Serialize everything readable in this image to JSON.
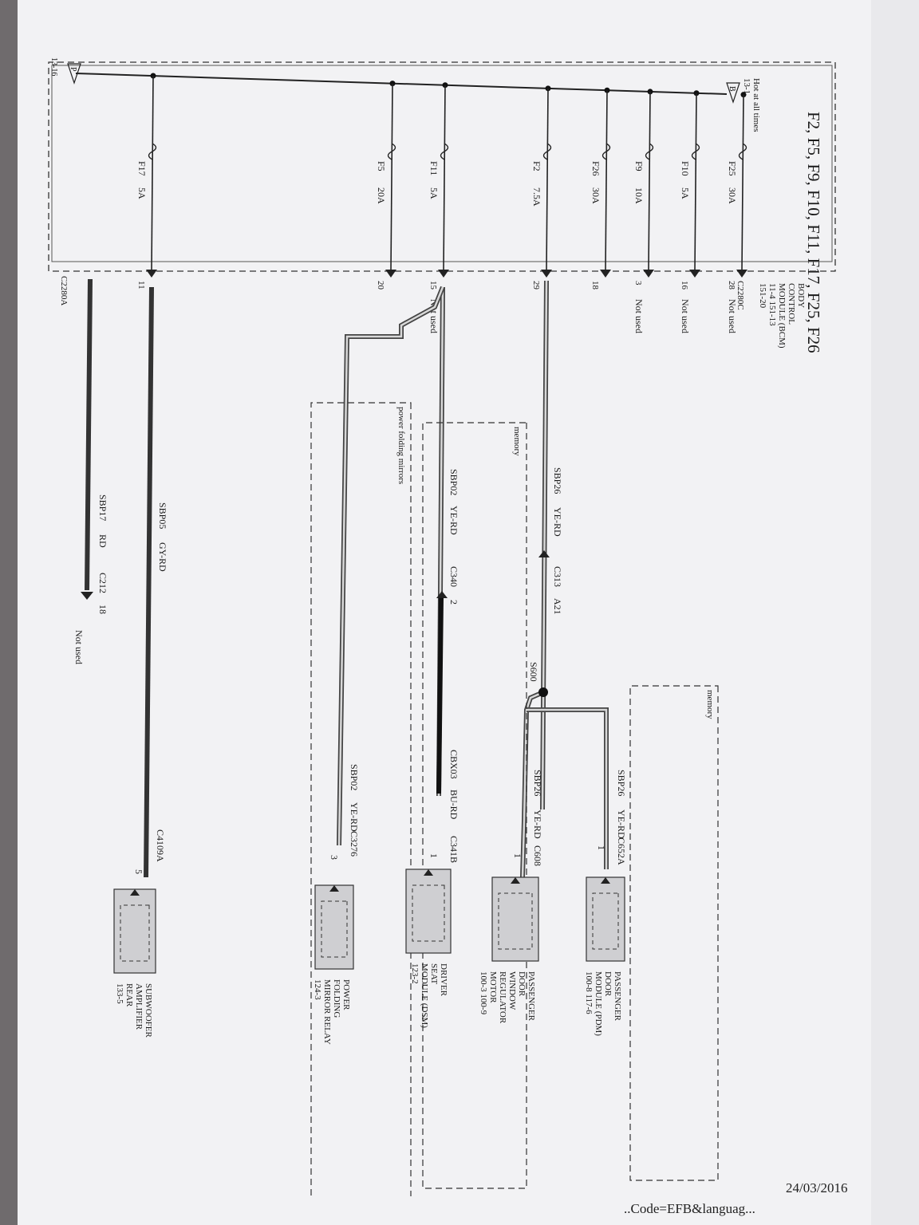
{
  "page": {
    "title": "F2, F5, F9, F10, F11, F17, F25, F26",
    "date": "24/03/2016",
    "url_fragment": "..Code=EFB&languag..."
  },
  "bcm": {
    "label": [
      "BODY",
      "CONTROL",
      "MODULE (BCM)",
      "11-4     151-13",
      "151-20"
    ],
    "connector": "C2280C",
    "connector_a": "C2280A"
  },
  "hot": {
    "label": "Hot at all times",
    "ref": "13-1",
    "tag_b": "B",
    "tag_p": "P",
    "ref_p": "13-16"
  },
  "fuses": [
    {
      "name": "F25",
      "amps": "30A",
      "pin": "28",
      "note": "Not used"
    },
    {
      "name": "F10",
      "amps": "5A",
      "pin": "16",
      "note": "Not used"
    },
    {
      "name": "F9",
      "amps": "10A",
      "pin": "3",
      "note": "Not used"
    },
    {
      "name": "F26",
      "amps": "30A",
      "pin": "18",
      "note": ""
    },
    {
      "name": "F2",
      "amps": "7.5A",
      "pin": "29",
      "note": ""
    },
    {
      "name": "F11",
      "amps": "5A",
      "pin": "15",
      "note": "Not used"
    },
    {
      "name": "F5",
      "amps": "20A",
      "pin": "20",
      "note": ""
    },
    {
      "name": "F17",
      "amps": "5A",
      "pin": "11",
      "note": ""
    }
  ],
  "wires": {
    "sbp26": "SBP26",
    "yerd": "YE-RD",
    "sbp02": "SBP02",
    "sbp05": "SBP05",
    "gyrd": "GY-RD",
    "sbp17": "SBP17",
    "rd": "RD",
    "cbx03": "CBX03",
    "burd": "BU-RD"
  },
  "connectors": {
    "c313": "C313",
    "c313_pin": "A21",
    "c340": "C340",
    "c340_pin": "2",
    "c212": "C212",
    "c212_pin": "18",
    "c212_note": "Not used",
    "s600": "S600",
    "c652a": "C652A",
    "c652a_pin": "1",
    "c608": "C608",
    "c608_pin": "1",
    "c341b": "C341B",
    "c341b_pin": "1",
    "c3276": "C3276",
    "c3276_pin": "3",
    "c4109a": "C4109A",
    "c4109a_pin": "5"
  },
  "options": {
    "memory1": "memory",
    "memory2": "memory",
    "mirrors": "power folding mirrors"
  },
  "components": {
    "pdm": [
      "PASSENGER",
      "DOOR",
      "MODULE (PDM)",
      "100-8   117-6"
    ],
    "pdwrm": [
      "PASSENGER",
      "DOOR",
      "WINDOW",
      "REGULATOR",
      "MOTOR",
      "100-3   100-9"
    ],
    "dsm": [
      "DRIVER",
      "SEAT",
      "MODULE (DSM)",
      "123-2"
    ],
    "pfmr": [
      "POWER",
      "FOLDING",
      "MIRROR RELAY",
      "124-3"
    ],
    "sub": [
      "SUBWOOFER",
      "AMPLIFIER",
      "REAR",
      "133-5"
    ]
  }
}
